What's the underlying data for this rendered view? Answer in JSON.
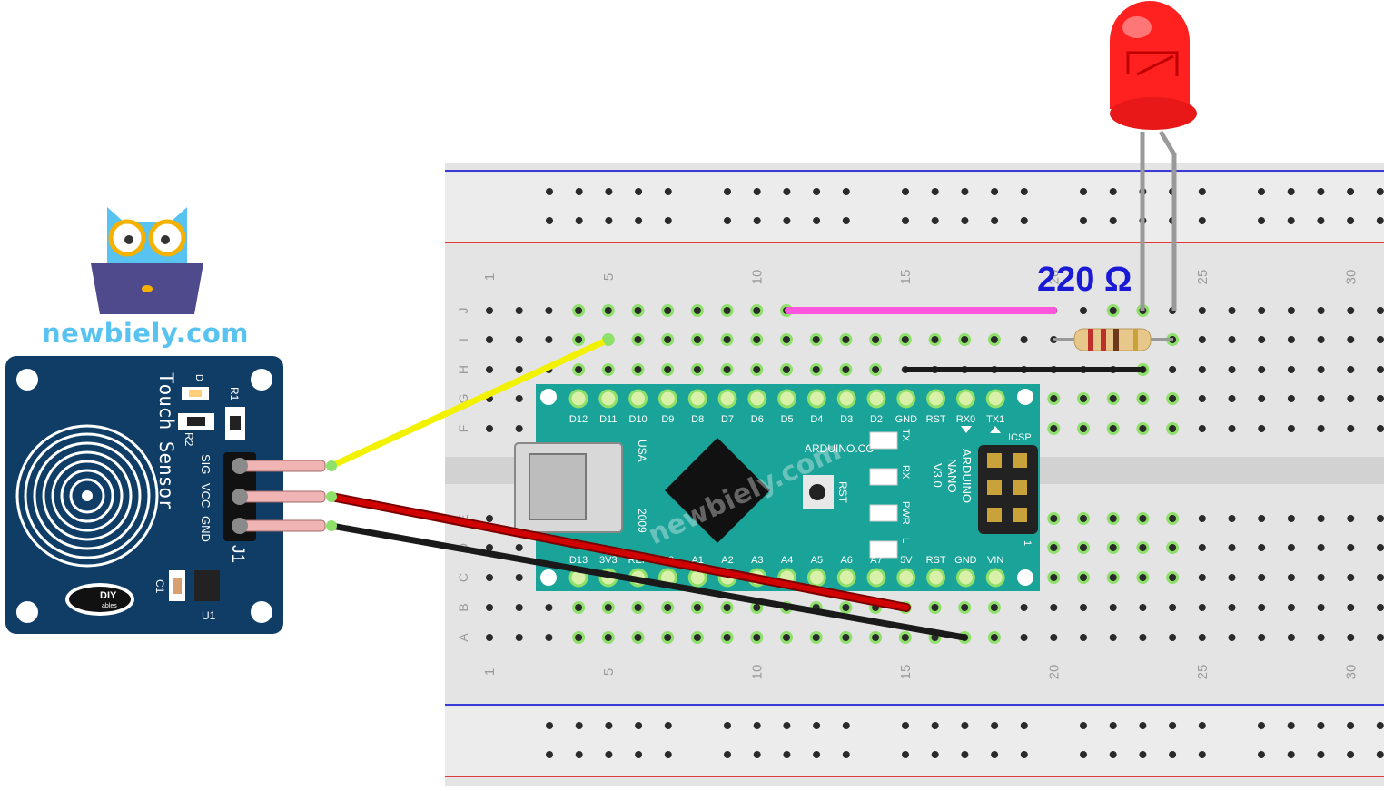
{
  "site": {
    "name": "newbiely.com",
    "watermark": "newbiely.com"
  },
  "resistor": {
    "label": "220 Ω"
  },
  "touch_sensor": {
    "title": "Touch Sensor",
    "pins": [
      "SIG",
      "VCC",
      "GND"
    ],
    "refs": {
      "connector": "J1",
      "chip": "U1",
      "cap": "C1",
      "r1": "R1",
      "r2": "R2",
      "led": "D"
    },
    "brand": "DIY",
    "brand_sub": "ables"
  },
  "arduino": {
    "top_pins": [
      "D12",
      "D11",
      "D10",
      "D9",
      "D8",
      "D7",
      "D6",
      "D5",
      "D4",
      "D3",
      "D2",
      "GND",
      "RST",
      "RX0",
      "TX1"
    ],
    "bottom_pins": [
      "D13",
      "3V3",
      "REF",
      "A0",
      "A1",
      "A2",
      "A3",
      "A4",
      "A5",
      "A6",
      "A7",
      "5V",
      "RST",
      "GND",
      "VIN"
    ],
    "brand": "ARDUINO.CC",
    "model_lines": [
      "ARDUINO",
      "NANO",
      "V3.0"
    ],
    "country": "USA",
    "year": "2009",
    "icsp": "ICSP",
    "icsp_pin": "1",
    "rst_label": "RST",
    "leds": [
      "TX",
      "RX",
      "PWR",
      "L"
    ]
  },
  "breadboard": {
    "row_labels_top": [
      "J",
      "I",
      "H",
      "G",
      "F"
    ],
    "row_labels_bottom": [
      "E",
      "D",
      "C",
      "B",
      "A"
    ],
    "column_numbers": [
      "1",
      "5",
      "10",
      "15",
      "20",
      "25",
      "30"
    ]
  },
  "colors": {
    "board_bg": "#e4e4e4",
    "sensor_pcb": "#0f3d66",
    "arduino_pcb": "#1aa398",
    "wire_signal": "#f2f200",
    "wire_power": "#d10000",
    "wire_ground": "#1a1a1a",
    "wire_jumper": "#ff55dd",
    "led_red": "#ff2020",
    "rail_red": "#e23a3a",
    "rail_blue": "#3a3ad8",
    "highlight": "#8ee06a"
  }
}
